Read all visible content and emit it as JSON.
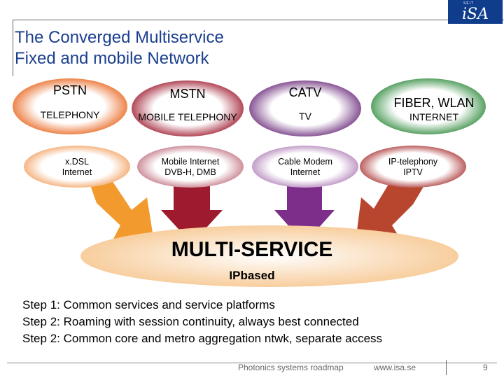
{
  "logo": {
    "small": "SEIT",
    "text": "iSA"
  },
  "title": {
    "line1": "The Converged Multiservice",
    "line2": "Fixed and mobile Network"
  },
  "networks": [
    {
      "name": "PSTN",
      "service": "TELEPHONY",
      "access": [
        "x.DSL",
        "Internet"
      ],
      "color": "#e8641c"
    },
    {
      "name": "MSTN",
      "service": "MOBILE TELEPHONY",
      "access": [
        "Mobile Internet",
        "DVB-H, DMB"
      ],
      "color": "#9e1a2e"
    },
    {
      "name": "CATV",
      "service": "TV",
      "access": [
        "Cable Modem",
        "Internet"
      ],
      "color": "#6a2a7a"
    },
    {
      "name": "FIBER, WLAN",
      "service": "INTERNET",
      "access": [
        "IP-telephony",
        "IPTV"
      ],
      "color": "#2f8a3c"
    }
  ],
  "center": {
    "title": "MULTI-SERVICE",
    "subtitle": "IPbased"
  },
  "steps": [
    "Step 1: Common services and service platforms",
    "Step 2: Roaming with session continuity, always best connected",
    "Step 2: Common core and metro aggregation ntwk, separate access"
  ],
  "footer": {
    "left": "Photonics systems roadmap",
    "mid": "www.isa.se",
    "page": "9"
  }
}
